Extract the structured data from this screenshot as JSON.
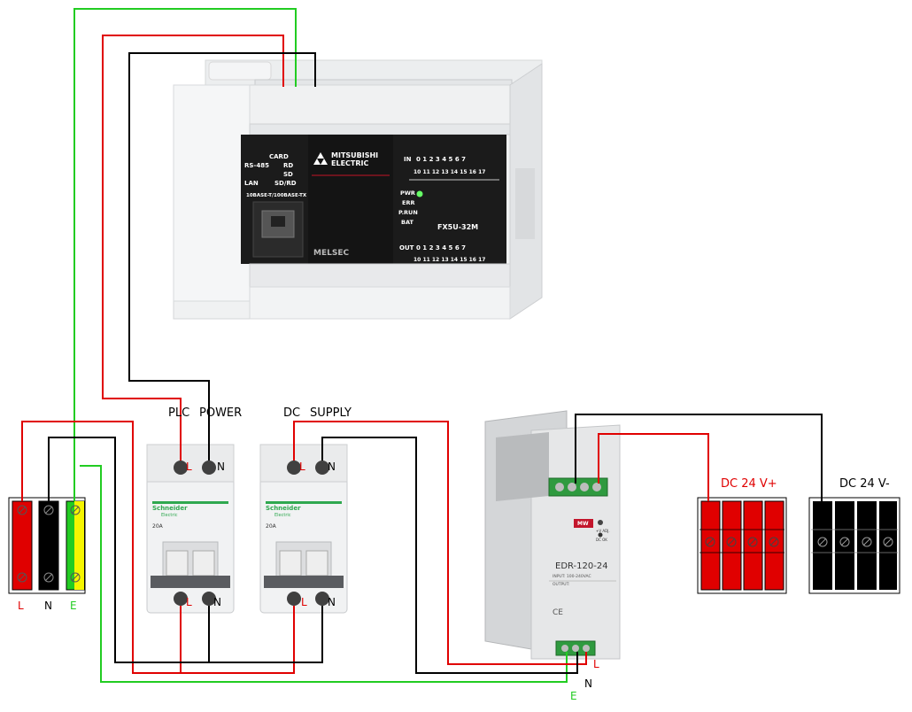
{
  "labels": {
    "plc_power_1": "PLC",
    "plc_power_2": "POWER",
    "dc_supply_1": "DC",
    "dc_supply_2": "SUPPLY",
    "dc_plus": "DC 24 V+",
    "dc_minus": "DC 24 V-"
  },
  "terminals": {
    "main_l": "L",
    "main_n": "N",
    "main_e": "E",
    "breaker_l": "L",
    "breaker_n": "N",
    "psu_l": "L",
    "psu_n": "N",
    "psu_e": "E"
  },
  "plc": {
    "brand_1": "MITSUBISHI",
    "brand_2": "ELECTRIC",
    "model": "FX5U-32M",
    "series": "MELSEC",
    "card": "CARD",
    "rs485": "RS-485",
    "rd": "RD",
    "sd": "SD",
    "lan": "LAN",
    "sdrd": "SD/RD",
    "ethernet": "10BASE-T/100BASE-TX",
    "in_label": "IN",
    "in_row_1": "0 1 2 3 4 5 6 7",
    "in_row_2": "10 11 12 13 14 15 16 17",
    "out_label": "OUT",
    "out_row_1": "0 1 2 3 4 5 6 7",
    "out_row_2": "10 11 12 13 14 15 16 17",
    "pwr": "PWR",
    "err": "ERR",
    "prun": "P.RUN",
    "bat": "BAT"
  },
  "breakers": {
    "brand": "Schneider",
    "sub_brand": "Electric",
    "rating": "20A"
  },
  "psu": {
    "model": "EDR-120-24",
    "brand": "MW",
    "input": "INPUT: 100-240VAC",
    "output": "OUTPUT:",
    "adj": "+V ADJ.",
    "dcok": "DC OK",
    "ce": "CE"
  },
  "colors": {
    "wire_live": "#e00000",
    "wire_neutral": "#000000",
    "wire_earth": "#22cc22",
    "earth_yellow": "#f5f500",
    "label_red": "#e00000",
    "label_green": "#22cc22"
  }
}
